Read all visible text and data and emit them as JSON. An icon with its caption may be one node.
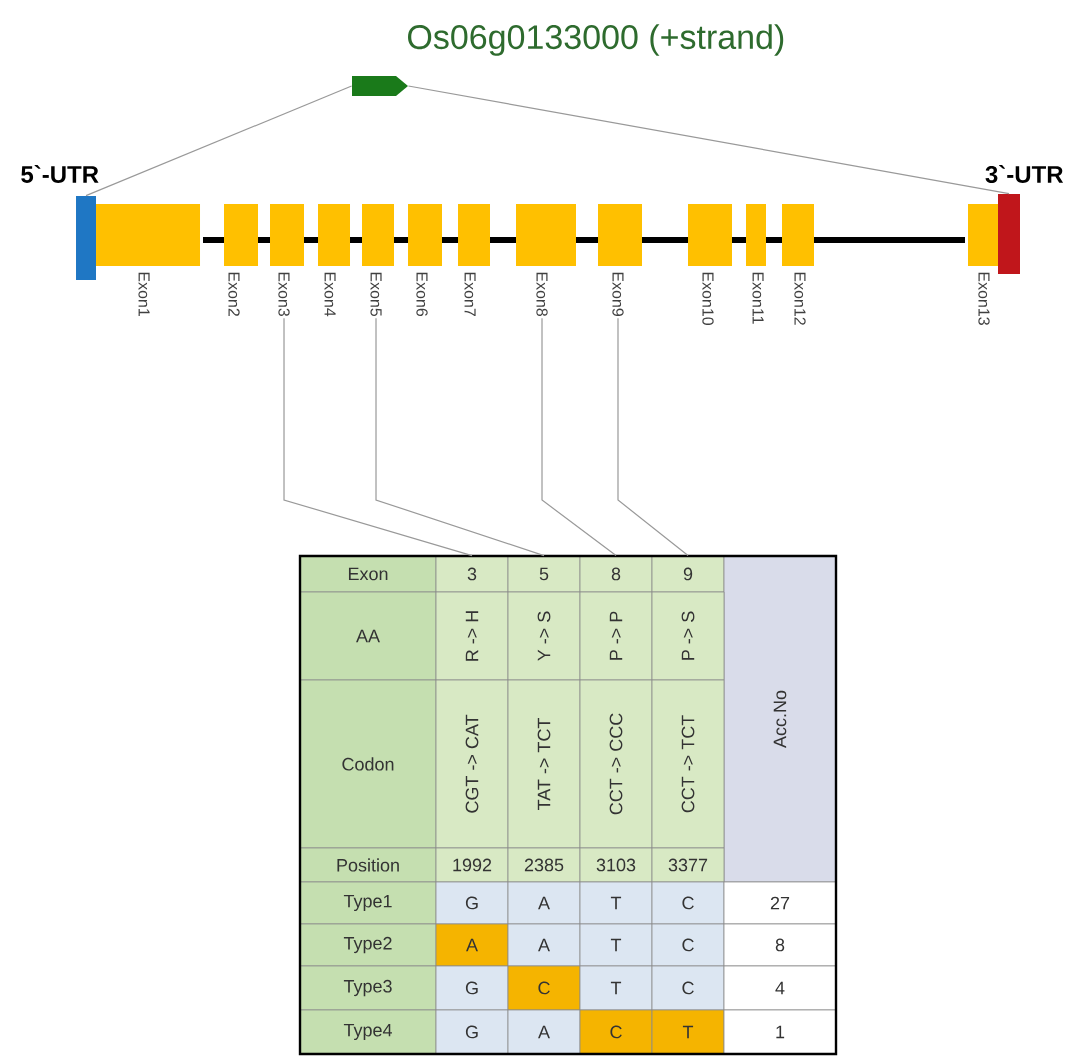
{
  "diagram": {
    "nodes": [
      {
        "text": [],
        "shape": "arrow",
        "beside": [
          "Os06g0133000 (+strand)"
        ]
      },
      {
        "text": [
          "5`-UTR"
        ]
      },
      {
        "text": [
          "Exon1"
        ]
      },
      {
        "text": [
          "Exon2"
        ]
      },
      {
        "text": [
          "Exon3"
        ]
      },
      {
        "text": [
          "Exon4"
        ]
      },
      {
        "text": [
          "Exon5"
        ]
      },
      {
        "text": [
          "Exon6"
        ]
      },
      {
        "text": [
          "Exon7"
        ]
      },
      {
        "text": [
          "Exon8"
        ]
      },
      {
        "text": [
          "Exon9"
        ]
      },
      {
        "text": [
          "Exon10"
        ]
      },
      {
        "text": [
          "Exon11"
        ]
      },
      {
        "text": [
          "Exon12"
        ]
      },
      {
        "text": [
          "Exon13"
        ]
      },
      {
        "text": [
          "3`-UTR"
        ]
      },
      {
        "text": [
          "3"
        ]
      },
      {
        "text": [
          "5"
        ]
      },
      {
        "text": [
          "8"
        ]
      },
      {
        "text": [
          "9"
        ]
      }
    ],
    "edges": [
      {
        "from": 0,
        "to": 1,
        "arrow": "none"
      },
      {
        "from": 0,
        "to": 15,
        "arrow": "none"
      },
      {
        "from": 4,
        "to": 16,
        "arrow": "none"
      },
      {
        "from": 6,
        "to": 17,
        "arrow": "none"
      },
      {
        "from": 9,
        "to": 18,
        "arrow": "none"
      },
      {
        "from": 10,
        "to": 19,
        "arrow": "none"
      }
    ],
    "labels": [
      "Exon",
      "Acc.No",
      "AA",
      "R -> H",
      "Y -> S",
      "P -> P",
      "P -> S",
      "Codon",
      "CGT -> CAT",
      "TAT -> TCT",
      "CCT -> CCC",
      "CCT -> TCT",
      "Position",
      "1992",
      "2385",
      "3103",
      "3377",
      "Type1",
      "G",
      "A",
      "T",
      "C",
      "27",
      "Type2",
      "A",
      "A",
      "T",
      "C",
      "8",
      "Type3",
      "G",
      "C",
      "T",
      "C",
      "4",
      "Type4",
      "G",
      "A",
      "C",
      "T",
      "1"
    ]
  }
}
